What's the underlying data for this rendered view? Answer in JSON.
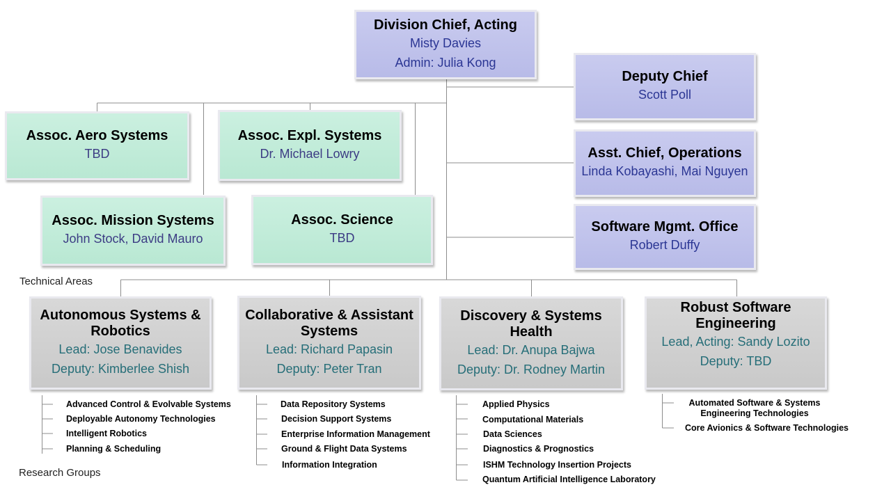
{
  "chief": {
    "title": "Division Chief, Acting",
    "name": "Misty Davies",
    "admin": "Admin: Julia Kong"
  },
  "staff": [
    {
      "title": "Deputy Chief",
      "name": "Scott Poll"
    },
    {
      "title": "Asst. Chief, Operations",
      "name": "Linda Kobayashi, Mai Nguyen"
    },
    {
      "title": "Software Mgmt. Office",
      "name": "Robert Duffy"
    }
  ],
  "associates": [
    {
      "title": "Assoc. Aero Systems",
      "name": "TBD"
    },
    {
      "title": "Assoc. Expl. Systems",
      "name": "Dr. Michael Lowry"
    },
    {
      "title": "Assoc. Mission Systems",
      "name": "John Stock, David Mauro"
    },
    {
      "title": "Assoc. Science",
      "name": "TBD"
    }
  ],
  "labels": {
    "technical_areas": "Technical Areas",
    "research_groups": "Research Groups"
  },
  "areas": [
    {
      "title": "Autonomous Systems & Robotics",
      "lead": "Lead: Jose Benavides",
      "deputy": "Deputy: Kimberlee Shish",
      "groups": [
        "Advanced Control & Evolvable Systems",
        "Deployable Autonomy Technologies",
        "Intelligent Robotics",
        "Planning & Scheduling"
      ]
    },
    {
      "title": "Collaborative & Assistant Systems",
      "lead": "Lead: Richard Papasin",
      "deputy": "Deputy: Peter Tran",
      "groups": [
        "Data Repository Systems",
        "Decision Support Systems",
        "Enterprise Information Management",
        "Ground & Flight Data Systems",
        "Information Integration"
      ]
    },
    {
      "title": "Discovery & Systems Health",
      "lead": "Lead: Dr. Anupa Bajwa",
      "deputy": "Deputy: Dr. Rodney Martin",
      "groups": [
        "Applied Physics",
        "Computational Materials",
        "Data Sciences",
        "Diagnostics & Prognostics",
        "ISHM Technology Insertion Projects",
        "Quantum Artificial Intelligence Laboratory"
      ]
    },
    {
      "title": "Robust Software Engineering",
      "lead": "Lead, Acting: Sandy Lozito",
      "deputy": "Deputy: TBD",
      "groups": [
        "Automated Software & Systems Engineering Technologies",
        "Core Avionics & Software Technologies"
      ]
    }
  ]
}
